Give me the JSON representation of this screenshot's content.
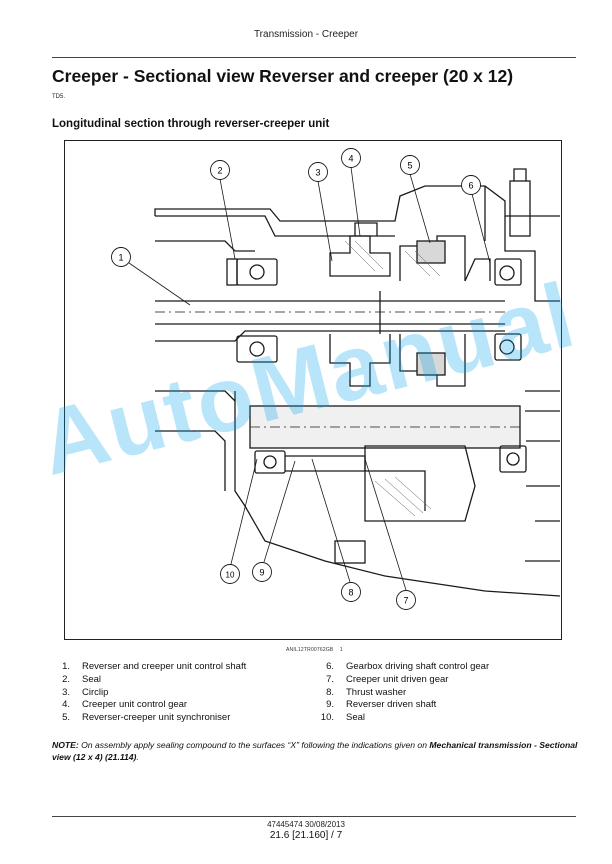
{
  "running_header": "Transmission - Creeper",
  "page_title": "Creeper - Sectional view Reverser and creeper (20 x 12)",
  "doc_code": "TD5.",
  "section_heading": "Longitudinal section through reverser-creeper unit",
  "figure": {
    "reference_code": "ANIL12TR00762GB",
    "reference_number": "1",
    "callouts": [
      "1",
      "2",
      "3",
      "4",
      "5",
      "6",
      "7",
      "8",
      "9",
      "10"
    ]
  },
  "legend": {
    "left": [
      {
        "num": "1.",
        "text": "Reverser and creeper unit control shaft"
      },
      {
        "num": "2.",
        "text": "Seal"
      },
      {
        "num": "3.",
        "text": "Circlip"
      },
      {
        "num": "4.",
        "text": "Creeper unit control gear"
      },
      {
        "num": "5.",
        "text": "Reverser-creeper unit synchroniser"
      }
    ],
    "right": [
      {
        "num": "6.",
        "text": "Gearbox driving shaft control gear"
      },
      {
        "num": "7.",
        "text": "Creeper unit driven gear"
      },
      {
        "num": "8.",
        "text": "Thrust washer"
      },
      {
        "num": "9.",
        "text": "Reverser driven shaft"
      },
      {
        "num": "10.",
        "text": "Seal"
      }
    ]
  },
  "note": {
    "label": "NOTE:",
    "text_before": " On assembly apply sealing compound to the surfaces “X” following the indications given on ",
    "link": "Mechanical transmission - Sectional view (12 x 4) (21.114)",
    "text_after": "."
  },
  "footer": {
    "doc_number": "47445474 30/08/2013",
    "page": "21.6 [21.160] / 7"
  },
  "watermark": "AutoManual",
  "colors": {
    "text": "#111111",
    "watermark": "#00a2e8",
    "rule": "#444444"
  }
}
